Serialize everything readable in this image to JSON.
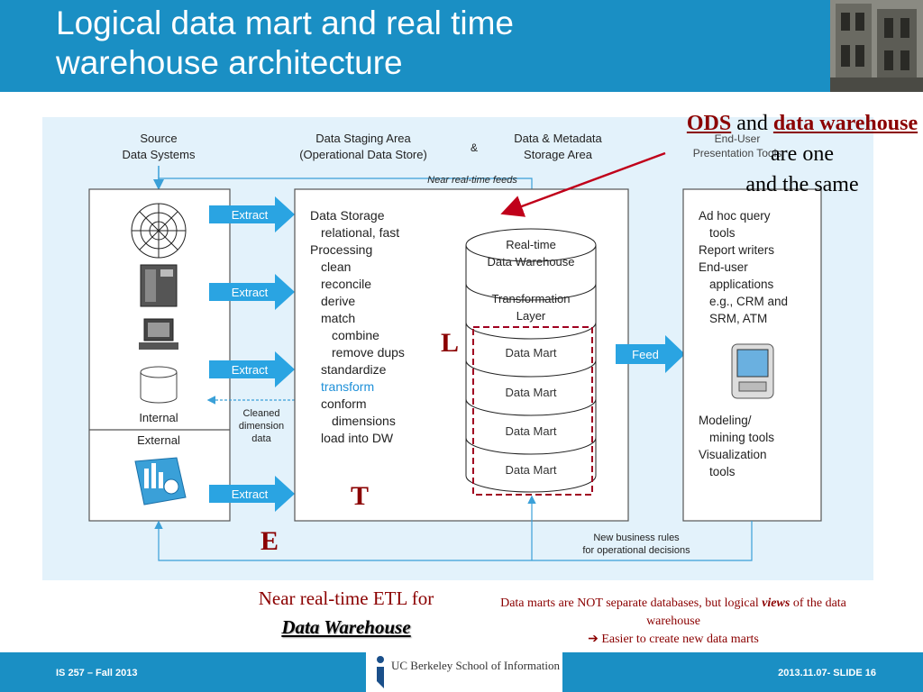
{
  "slide": {
    "title_line1": "Logical data mart and real time",
    "title_line2": "warehouse architecture",
    "footer_left": "IS 257 – Fall 2013",
    "footer_right": "2013.11.07- SLIDE 16",
    "logo_text": "UC Berkeley School of Information"
  },
  "annotations": {
    "ods": "ODS",
    "and": "and",
    "data_warehouse": "data warehouse",
    "are_one": "are one",
    "and_the_same": "and the same",
    "L": "L",
    "T": "T",
    "E": "E",
    "etl_line1": "Near real-time ETL for",
    "etl_line2": "Data Warehouse",
    "views_a": "Data marts are NOT separate databases, but logical",
    "views_b": "views",
    "views_c": "of the data warehouse",
    "arrow_sym": "➔",
    "views_d": "Easier to create new data marts"
  },
  "diagram": {
    "source_heading_1": "Source",
    "source_heading_2": "Data Systems",
    "staging_heading_1": "Data Staging Area",
    "staging_heading_2": "(Operational Data Store)",
    "amp": "&",
    "metadata_heading_1": "Data & Metadata",
    "metadata_heading_2": "Storage Area",
    "enduser_heading_1": "End-User",
    "enduser_heading_2": "Presentation Tools",
    "near_feeds": "Near real-time feeds",
    "extract": "Extract",
    "feed": "Feed",
    "internal": "Internal",
    "external": "External",
    "cleaned_1": "Cleaned",
    "cleaned_2": "dimension",
    "cleaned_3": "data",
    "new_rules_1": "New business rules",
    "new_rules_2": "for operational decisions",
    "staging_lines": [
      {
        "text": "Data Storage",
        "indent": 0,
        "color": "#222222"
      },
      {
        "text": "relational, fast",
        "indent": 1,
        "color": "#222222"
      },
      {
        "text": "Processing",
        "indent": 0,
        "color": "#222222"
      },
      {
        "text": "clean",
        "indent": 1,
        "color": "#222222"
      },
      {
        "text": "reconcile",
        "indent": 1,
        "color": "#222222"
      },
      {
        "text": "derive",
        "indent": 1,
        "color": "#222222"
      },
      {
        "text": "match",
        "indent": 1,
        "color": "#222222"
      },
      {
        "text": "combine",
        "indent": 2,
        "color": "#222222"
      },
      {
        "text": "remove dups",
        "indent": 2,
        "color": "#222222"
      },
      {
        "text": "standardize",
        "indent": 1,
        "color": "#222222"
      },
      {
        "text": "transform",
        "indent": 1,
        "color": "#1e90d8"
      },
      {
        "text": "conform",
        "indent": 1,
        "color": "#222222"
      },
      {
        "text": "dimensions",
        "indent": 2,
        "color": "#222222"
      },
      {
        "text": "load into DW",
        "indent": 1,
        "color": "#222222"
      }
    ],
    "rt_dw_1": "Real-time",
    "rt_dw_2": "Data Warehouse",
    "transform_1": "Transformation",
    "transform_2": "Layer",
    "data_mart": "Data Mart",
    "enduser_top": [
      "Ad hoc query",
      "tools",
      "Report writers",
      "End-user",
      "applications",
      "e.g., CRM and",
      "SRM, ATM"
    ],
    "enduser_bottom": [
      "Modeling/",
      "mining tools",
      "Visualization",
      "tools"
    ]
  }
}
